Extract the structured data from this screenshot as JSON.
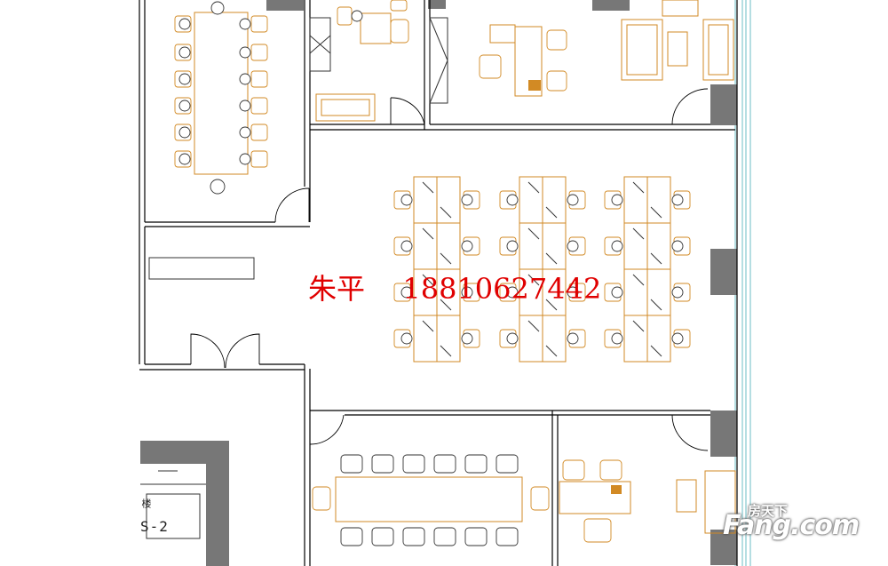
{
  "contact": {
    "name": "朱平",
    "phone": "18810627442"
  },
  "stair_label": {
    "char": "楼",
    "code": "S-2"
  },
  "watermark": {
    "cn": "房天下",
    "en": "Fang.com"
  },
  "colors": {
    "furniture": "#d28a24",
    "walls": "#000000",
    "glass": "#6bbcc4",
    "contact_text": "#e00000",
    "column": "#777777"
  }
}
